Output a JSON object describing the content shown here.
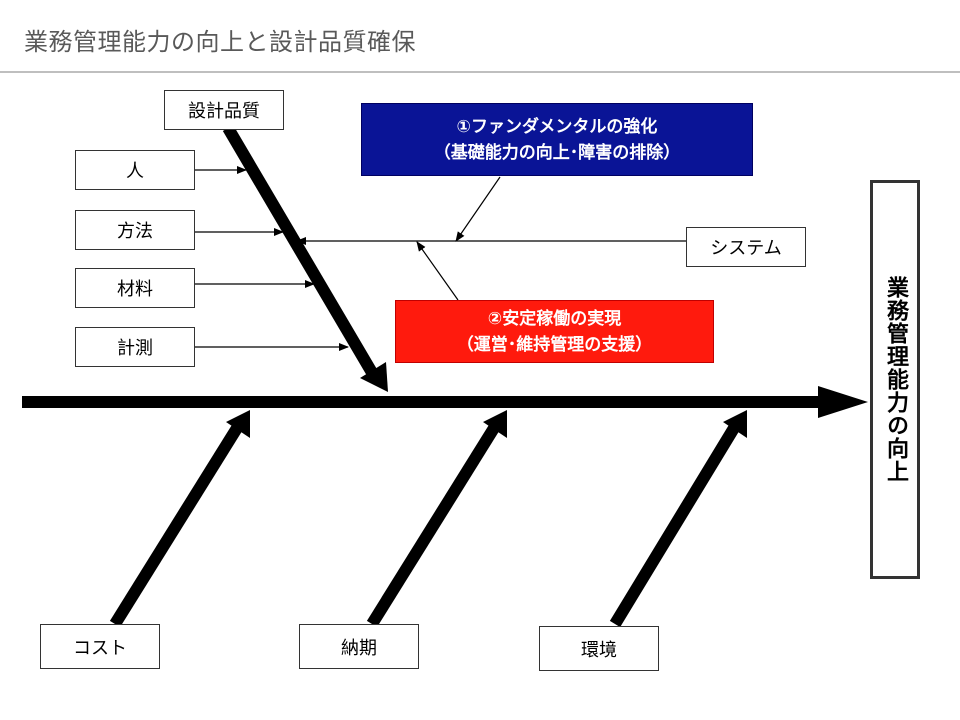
{
  "title": "業務管理能力の向上と設計品質確保",
  "goal": "業務管理能力の向上",
  "bones": {
    "design_quality": "設計品質",
    "person": "人",
    "method": "方法",
    "material": "材料",
    "measurement": "計測",
    "system": "システム",
    "cost": "コスト",
    "delivery": "納期",
    "environment": "環境"
  },
  "callouts": {
    "fundamental": {
      "line1": "①ファンダメンタルの強化",
      "line2": "（基礎能力の向上･障害の排除）",
      "color": "#0a1496"
    },
    "stable": {
      "line1": "②安定稼働の実現",
      "line2": "（運営･維持管理の支援）",
      "color": "#ff1a0d"
    }
  },
  "colors": {
    "spine": "#000000",
    "title_text": "#595959",
    "rule": "#bfbfbf"
  }
}
